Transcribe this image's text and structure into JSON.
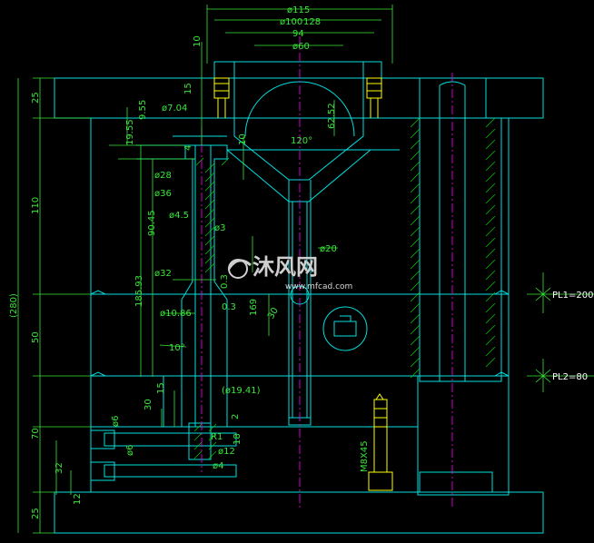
{
  "colors": {
    "background": "#000000",
    "plate_outline": "#00e0e0",
    "dimension": "#39e639",
    "screw": "#ffff00",
    "centerline": "#ff00ff",
    "hatch": "#00ff00"
  },
  "dimensions": {
    "top": {
      "d115": "ø115",
      "d100": "ø100",
      "d94": "94",
      "d60": "ø60",
      "d128": "128",
      "t10": "10"
    },
    "left_vertical": {
      "total": "(280)",
      "h25_top": "25",
      "h110": "110",
      "h50": "50",
      "h70": "70",
      "h25_bottom": "25",
      "h32": "32",
      "h12": "12",
      "h9_55": "9.55",
      "h19_55": "19.55",
      "h90_45": "90.45",
      "h185_93": "185.93",
      "h30": "30",
      "h15_low": "15",
      "h15_top": "15"
    },
    "nozzle": {
      "d7_04": "ø7.04",
      "d28": "ø28",
      "d36": "ø36",
      "d4_5": "ø4.5",
      "d3": "ø3",
      "d32": "ø32",
      "d10_86": "ø10.86",
      "d19_41": "(ø19.41)",
      "d12": "ø12",
      "d4": "ø4",
      "d6_a": "ø6",
      "d6_b": "ø6",
      "angle10": "10°",
      "t4": "4",
      "t10": "10",
      "t0_3a": "0.3",
      "t0_3b": "0.3",
      "t2": "2",
      "t18": "18",
      "t169": "169",
      "t30": "30",
      "r1": "R1"
    },
    "sprue": {
      "angle120": "120°",
      "h62_52": "62.52",
      "d20": "ø20"
    },
    "parting_lines": {
      "pl1": "PL1=200",
      "pl2": "PL2=80"
    },
    "screw_label": "M8X45"
  },
  "watermark": {
    "main": "沐风网",
    "sub": "www.mfcad.com"
  }
}
